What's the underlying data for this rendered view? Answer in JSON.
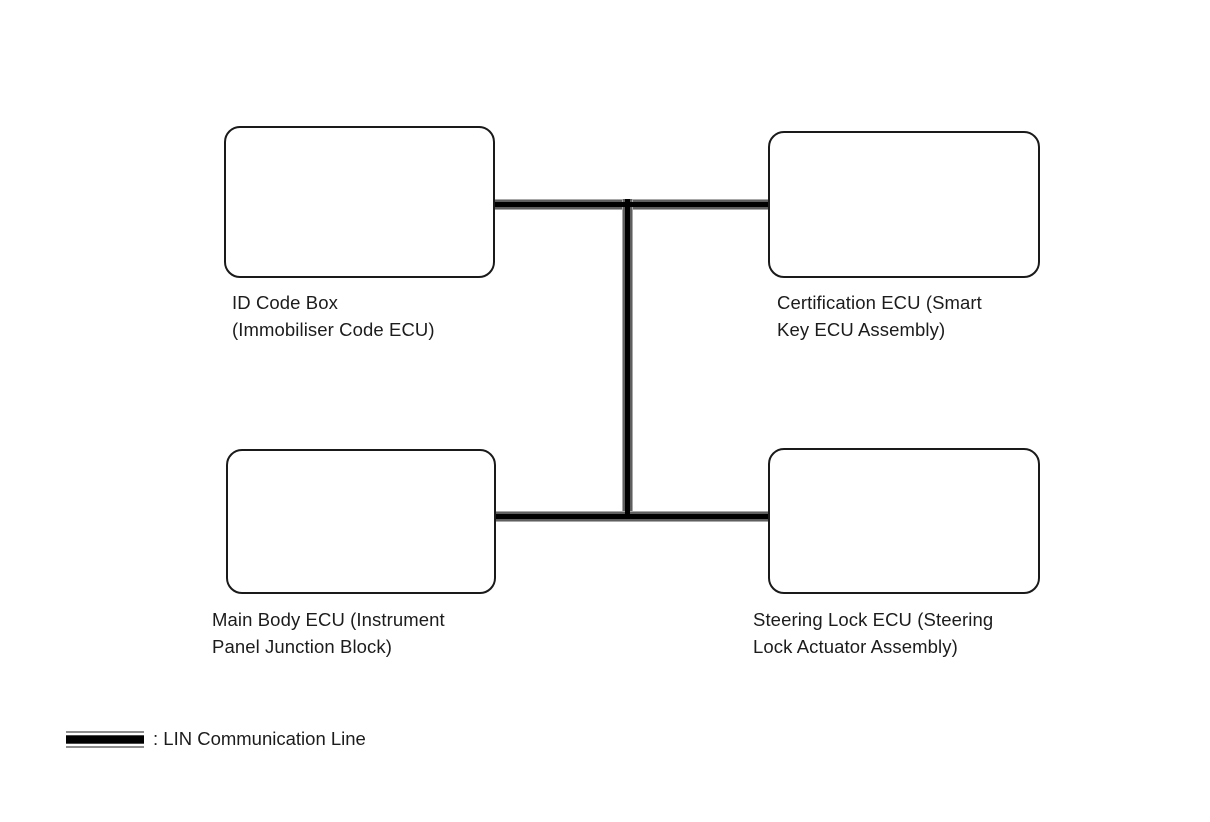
{
  "diagram": {
    "type": "system-wiring-block-diagram",
    "background_color": "#ffffff",
    "line_color": "#000000",
    "box_border_color": "#1a1a1a",
    "text_color": "#1c1c1c",
    "nodes": [
      {
        "id": "id-code-box",
        "label": "ID Code Box\n(Immobiliser Code ECU)",
        "position": "top-left"
      },
      {
        "id": "certification-ecu",
        "label": "Certification ECU (Smart\nKey ECU Assembly)",
        "position": "top-right"
      },
      {
        "id": "main-body-ecu",
        "label": "Main Body ECU (Instrument\nPanel Junction Block)",
        "position": "bottom-left"
      },
      {
        "id": "steering-lock-ecu",
        "label": "Steering Lock ECU (Steering\nLock Actuator Assembly)",
        "position": "bottom-right"
      }
    ],
    "connections": [
      {
        "from": "id-code-box",
        "to": "certification-ecu",
        "type": "LIN"
      },
      {
        "from": "main-body-ecu",
        "to": "steering-lock-ecu",
        "type": "LIN"
      },
      {
        "from": "top-bus",
        "to": "bottom-bus",
        "type": "LIN"
      }
    ],
    "legend": {
      "swatch": "lin-line-swatch",
      "text": ": LIN Communication Line"
    }
  }
}
